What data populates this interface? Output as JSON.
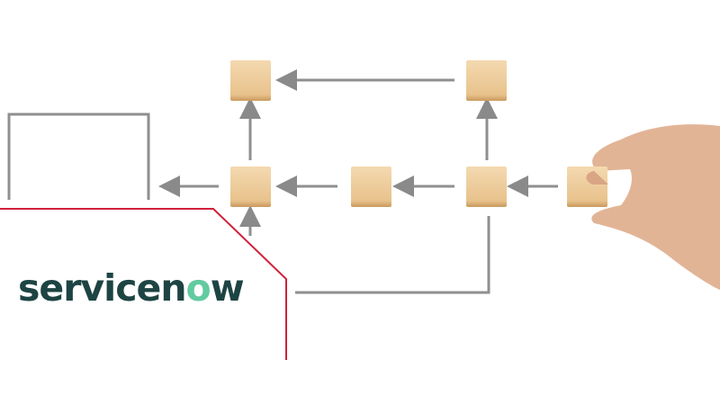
{
  "logo": {
    "text_before": "servicen",
    "accent_letter": "o",
    "text_after": "w",
    "brand_color": "#1d4443",
    "accent_color": "#62cba0"
  },
  "frame_color": "#d0203a"
}
